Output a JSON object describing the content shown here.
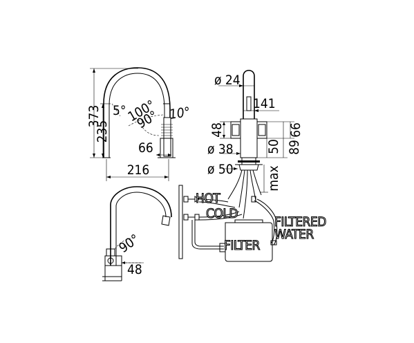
{
  "side_view": {
    "height_total": "373",
    "height_outlet": "235",
    "width_reach": "216",
    "angle_5": "5°",
    "angle_100": "100°",
    "angle_90": "90°",
    "angle_10": "10°",
    "lever_66": "66"
  },
  "front_view": {
    "spout_diameter": "ø 24",
    "body_141": "141",
    "body_48": "48",
    "dim_66": "66",
    "dim_89": "89",
    "dim_50": "50",
    "base_diameter_38": "ø 38",
    "base_diameter_50": "ø 50",
    "max_label": "max"
  },
  "lower_view": {
    "angle_90": "90°",
    "dim_48": "48"
  },
  "installation": {
    "hot": "HOT",
    "cold": "COLD",
    "filtered": "FILTERED",
    "water": "WATER",
    "filter": "FILTER"
  }
}
